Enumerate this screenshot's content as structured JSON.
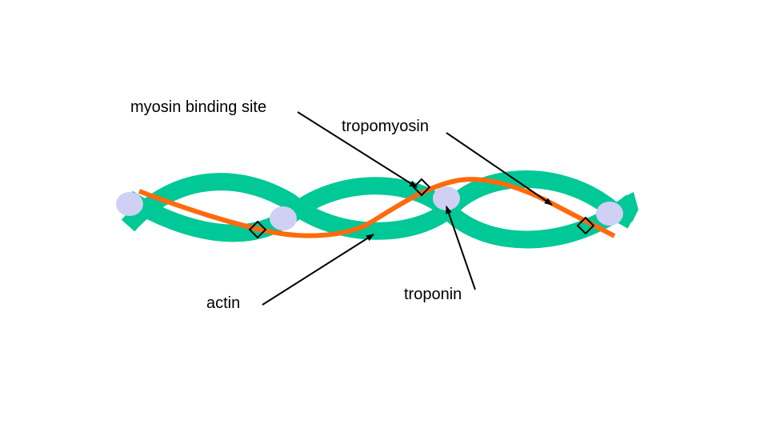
{
  "labels": {
    "myosin_binding_site": "myosin binding site",
    "tropomyosin": "tropomyosin",
    "actin": "actin",
    "troponin": "troponin"
  },
  "colors": {
    "actin": "#00c896",
    "tropomyosin": "#ff6a0d",
    "troponin": "#d0d0f5",
    "arrow": "#000000",
    "binding_site": "#000000"
  }
}
